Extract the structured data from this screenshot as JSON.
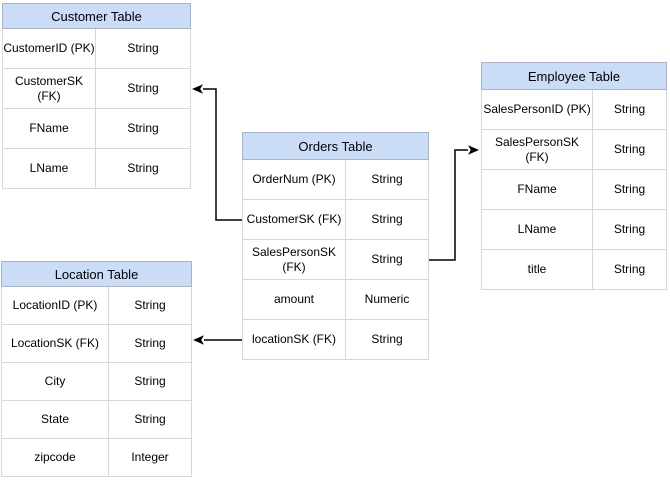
{
  "diagram": {
    "tables": {
      "customer": {
        "title": "Customer Table",
        "rows": [
          {
            "field": "CustomerID (PK)",
            "type": "String"
          },
          {
            "field": "CustomerSK\n(FK)",
            "type": "String"
          },
          {
            "field": "FName",
            "type": "String"
          },
          {
            "field": "LName",
            "type": "String"
          }
        ]
      },
      "orders": {
        "title": "Orders Table",
        "rows": [
          {
            "field": "OrderNum (PK)",
            "type": "String"
          },
          {
            "field": "CustomerSK (FK)",
            "type": "String"
          },
          {
            "field": "SalesPersonSK\n(FK)",
            "type": "String"
          },
          {
            "field": "amount",
            "type": "Numeric"
          },
          {
            "field": "locationSK (FK)",
            "type": "String"
          }
        ]
      },
      "employee": {
        "title": "Employee Table",
        "rows": [
          {
            "field": "SalesPersonID (PK)",
            "type": "String"
          },
          {
            "field": "SalesPersonSK\n(FK)",
            "type": "String"
          },
          {
            "field": "FName",
            "type": "String"
          },
          {
            "field": "LName",
            "type": "String"
          },
          {
            "field": "title",
            "type": "String"
          }
        ]
      },
      "location": {
        "title": "Location Table",
        "rows": [
          {
            "field": "LocationID (PK)",
            "type": "String"
          },
          {
            "field": "LocationSK (FK)",
            "type": "String"
          },
          {
            "field": "City",
            "type": "String"
          },
          {
            "field": "State",
            "type": "String"
          },
          {
            "field": "zipcode",
            "type": "Integer"
          }
        ]
      }
    },
    "connections": [
      {
        "from": "Orders Table / CustomerSK (FK)",
        "to": "Customer Table / CustomerSK (FK)",
        "arrow_direction": "left"
      },
      {
        "from": "Orders Table / SalesPersonSK (FK)",
        "to": "Employee Table / SalesPersonSK (FK)",
        "arrow_direction": "right"
      },
      {
        "from": "Orders Table / locationSK (FK)",
        "to": "Location Table / LocationSK (FK)",
        "arrow_direction": "left"
      }
    ],
    "colors": {
      "header_fill": "#cbdcf6",
      "header_border": "#a9b4c6",
      "cell_border": "#d8d8d8",
      "connector": "#000000",
      "background": "#ffffff",
      "text": "#000000"
    }
  }
}
